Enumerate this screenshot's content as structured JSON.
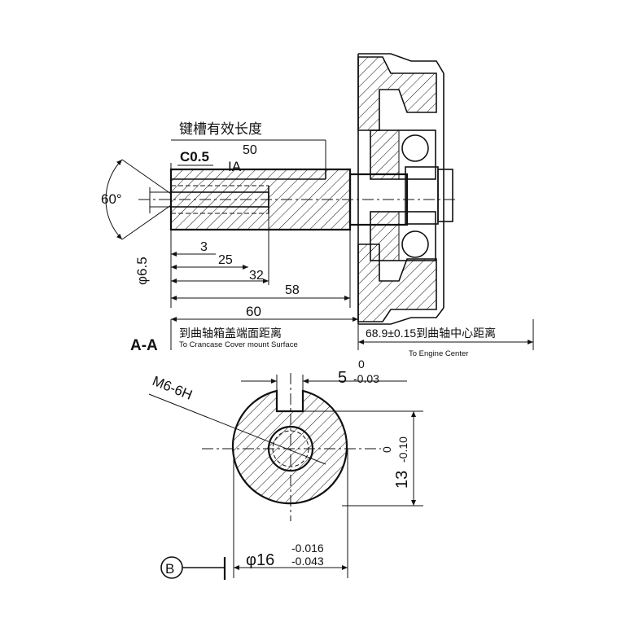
{
  "drawing": {
    "keyway_length_label": "键槽有效长度",
    "chamfer_label": "C0.5",
    "ia_label": "IA",
    "dim_50": "50",
    "angle_60": "60°",
    "dim_phi_6_5": "φ6.5",
    "dim_3": "3",
    "dim_25": "25",
    "dim_32": "32",
    "dim_58": "58",
    "dim_60": "60",
    "section_label": "A-A",
    "crankcase_cn": "到曲轴箱盖端面距离",
    "crankcase_en": "To Crancase Cover mount Surface",
    "engine_center_cn": "68.9±0.15到曲轴中心距离",
    "engine_center_en": "To Engine Center",
    "thread_label": "M6-6H",
    "keyway_width_main": "5",
    "keyway_width_upper": "0",
    "keyway_width_lower": "-0.03",
    "height_main": "13",
    "height_upper": "0",
    "height_lower": "-0.10",
    "diameter_main": "φ16",
    "diameter_upper": "-0.016",
    "diameter_lower": "-0.043",
    "view_marker": "B"
  }
}
